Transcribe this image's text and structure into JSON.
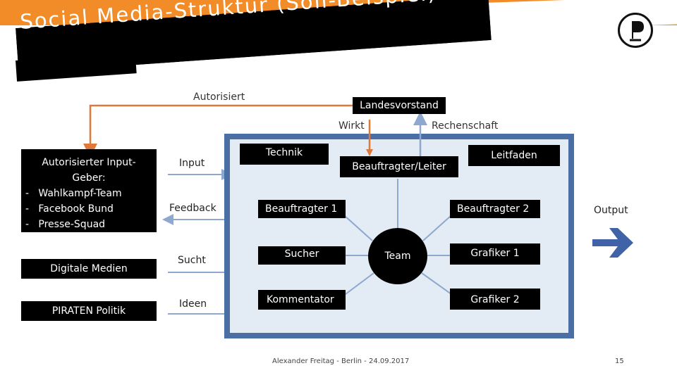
{
  "slide": {
    "title": "Social Media-Struktur (Soll-Beispiel)",
    "footer": "Alexander Freitag - Berlin - 24.09.2017",
    "page_number": "15"
  },
  "left_boxes": {
    "input_giver": {
      "heading": "Autorisierter Input-Geber:",
      "items": [
        "Wahlkampf-Team",
        "Facebook Bund",
        "Presse-Squad"
      ]
    },
    "digital_media": "Digitale Medien",
    "pirate_politics": "PIRATEN Politik"
  },
  "flow_labels": {
    "input": "Input",
    "feedback": "Feedback",
    "sucht": "Sucht",
    "ideen": "Ideen",
    "output": "Output"
  },
  "top": {
    "autorisiert": "Autorisiert",
    "landesvorstand": "Landesvorstand",
    "wirkt": "Wirkt",
    "rechenschaft": "Rechenschaft"
  },
  "team": {
    "technik": "Technik",
    "leitfaden": "Leitfaden",
    "lead": "Beauftragter/Leiter",
    "beauftragter1": "Beauftragter 1",
    "beauftragter2": "Beauftragter 2",
    "sucher": "Sucher",
    "team": "Team",
    "grafiker1": "Grafiker 1",
    "kommentator": "Kommentator",
    "grafiker2": "Grafiker 2"
  },
  "colors": {
    "accent_orange": "#f28c28",
    "arrow_orange": "#e0783a",
    "frame_blue": "#4a6fa5",
    "line_blue": "#8fa8cf",
    "arrow_blue": "#3f63a6"
  }
}
